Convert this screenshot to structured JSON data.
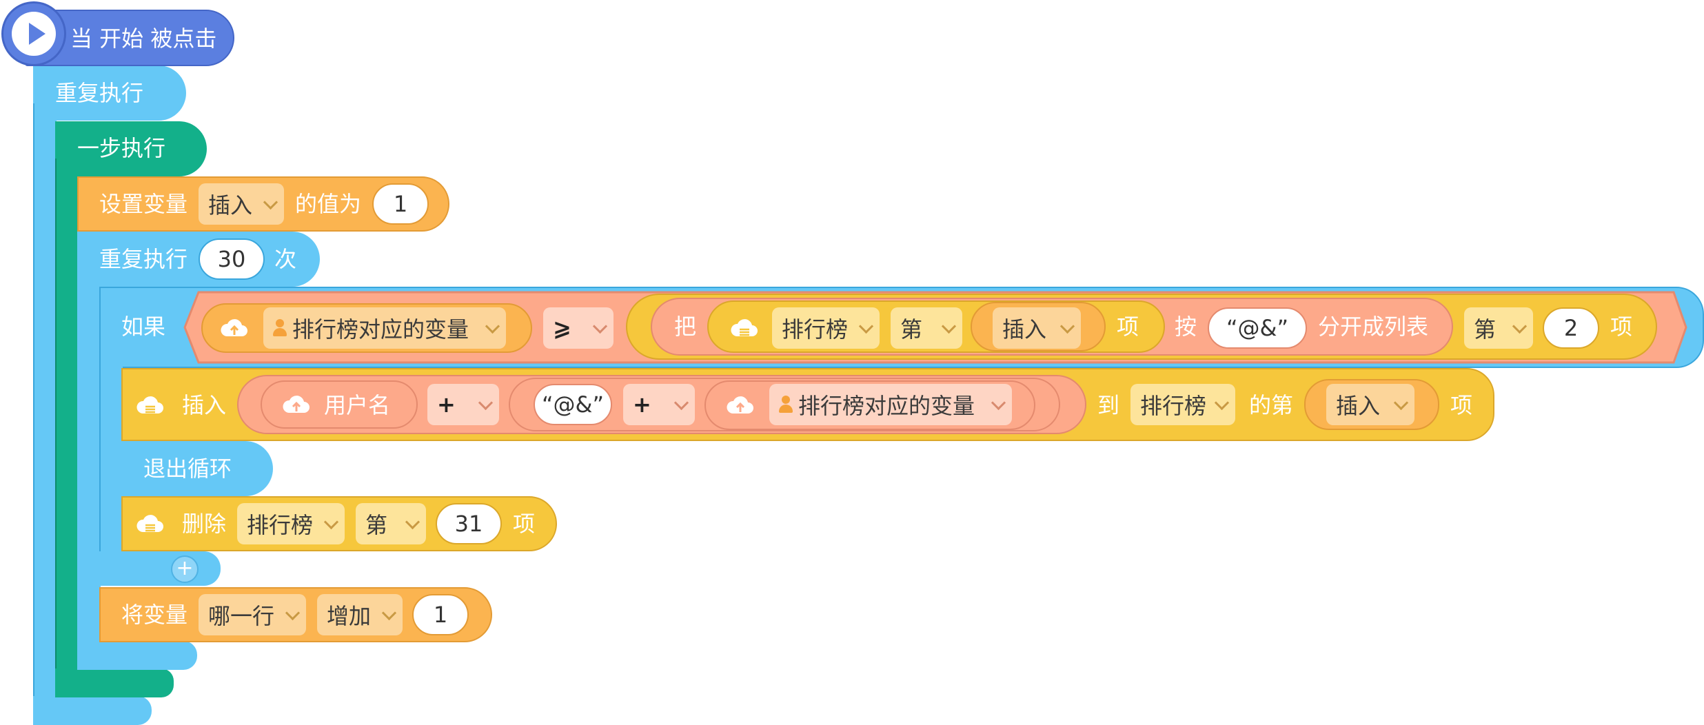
{
  "event": {
    "label": "当 开始 被点击"
  },
  "loop_forever": {
    "label": "重复执行"
  },
  "step_exec": {
    "label": "一步执行"
  },
  "set_var": {
    "label": "设置变量",
    "var": "插入",
    "mid": "的值为",
    "value": "1"
  },
  "repeat_n": {
    "label": "重复执行",
    "count": "30",
    "suffix": "次"
  },
  "if_block": {
    "label": "如果",
    "left_var": "排行榜对应的变量",
    "operator": "⩾",
    "split": {
      "ba": "把",
      "list": "排行榜",
      "di": "第",
      "index_var": "插入",
      "xiang": "项",
      "an": "按",
      "sep": "“@&”",
      "split_label": "分开成列表",
      "di2": "第",
      "index": "2",
      "xiang2": "项"
    }
  },
  "insert_block": {
    "label": "插入",
    "username": "用户名",
    "plus1": "+",
    "sep": "“@&”",
    "plus2": "+",
    "var": "排行榜对应的变量",
    "to": "到",
    "list": "排行榜",
    "di": "的第",
    "index_var": "插入",
    "xiang": "项"
  },
  "break_loop": {
    "label": "退出循环"
  },
  "delete_block": {
    "label": "删除",
    "list": "排行榜",
    "di": "第",
    "index": "31",
    "xiang": "项"
  },
  "change_var": {
    "label": "将变量",
    "var": "哪一行",
    "op": "增加",
    "value": "1"
  },
  "add_button": {
    "label": "+"
  },
  "colors": {
    "event": "#5b7fe0",
    "control_light": "#65c8f6",
    "control_green": "#13b08a",
    "variable": "#fbb450",
    "cloud": "#f6c73c",
    "operator": "#fda98a"
  }
}
